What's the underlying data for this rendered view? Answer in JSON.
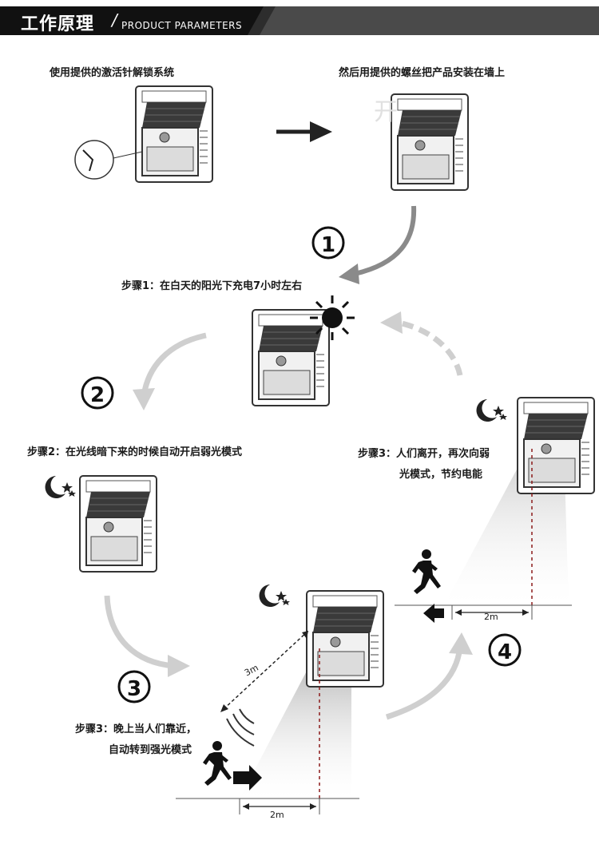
{
  "header": {
    "title": "工作原理",
    "slash": "/",
    "subtitle": "PRODUCT PARAMETERS"
  },
  "intro": {
    "step_a": "使用提供的激活针解锁系统",
    "step_b": "然后用提供的螺丝把产品安装在墙上"
  },
  "steps": {
    "step1": "步骤1：在白天的阳光下充电7小时左右",
    "step2": "步骤2：在光线暗下来的时候自动开启弱光模式",
    "step3_leave_line1": "步骤3：人们离开，再次向弱",
    "step3_leave_line2": "光模式，节约电能",
    "step3_approach_line1": "步骤3：晚上当人们靠近，",
    "step3_approach_line2": "自动转到强光模式"
  },
  "numbers": [
    "①",
    "②",
    "③",
    "④"
  ],
  "measurements": {
    "distance_far": "2m",
    "distance_near": "2m",
    "detection_range": "3m"
  },
  "icons": [
    "sun-icon",
    "moon-stars-icon",
    "running-person-icon",
    "solar-lamp-icon"
  ],
  "colors": {
    "header_bg": "#2d2d2d",
    "arrow_dark": "#7a7a7a",
    "arrow_light": "#cfcfcf",
    "text": "#1a1a1a"
  }
}
